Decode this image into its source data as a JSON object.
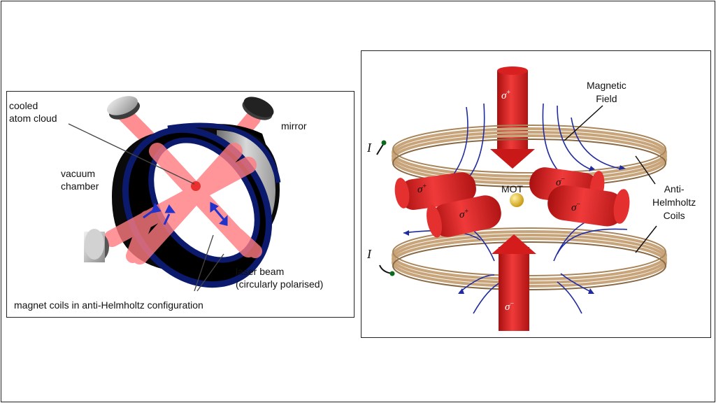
{
  "left_panel": {
    "labels": {
      "cooled_atom_cloud": "cooled\natom cloud",
      "mirror": "mirror",
      "vacuum_chamber": "vacuum\nchamber",
      "laser_beam": "laser beam\n(circularly polarised)",
      "magnet_coils": "magnet coils in anti-Helmholtz configuration"
    }
  },
  "right_panel": {
    "labels": {
      "magnetic_field": "Magnetic\nField",
      "anti_helmholtz_coils": "Anti-\nHelmholtz\nCoils",
      "mot": "MOT",
      "current_top": "I",
      "current_bottom": "I"
    },
    "polarisations": {
      "top_beam": "σ",
      "top_beam_sign": "+",
      "bottom_beam": "σ",
      "bottom_beam_sign": "−",
      "upper_left_beam": "σ",
      "upper_left_sign": "+",
      "lower_left_beam": "σ",
      "lower_left_sign": "+",
      "upper_right_beam": "σ",
      "upper_right_sign": "−",
      "lower_right_beam": "σ",
      "lower_right_sign": "−"
    }
  },
  "colors": {
    "laser_red": "#ff7b80",
    "beam_red": "#e01b1b",
    "coil_tan": "#c8a47a",
    "field_blue": "#1f2b9e",
    "chamber_navy": "#0c1a6e",
    "atom_gold": "#e0b923"
  }
}
